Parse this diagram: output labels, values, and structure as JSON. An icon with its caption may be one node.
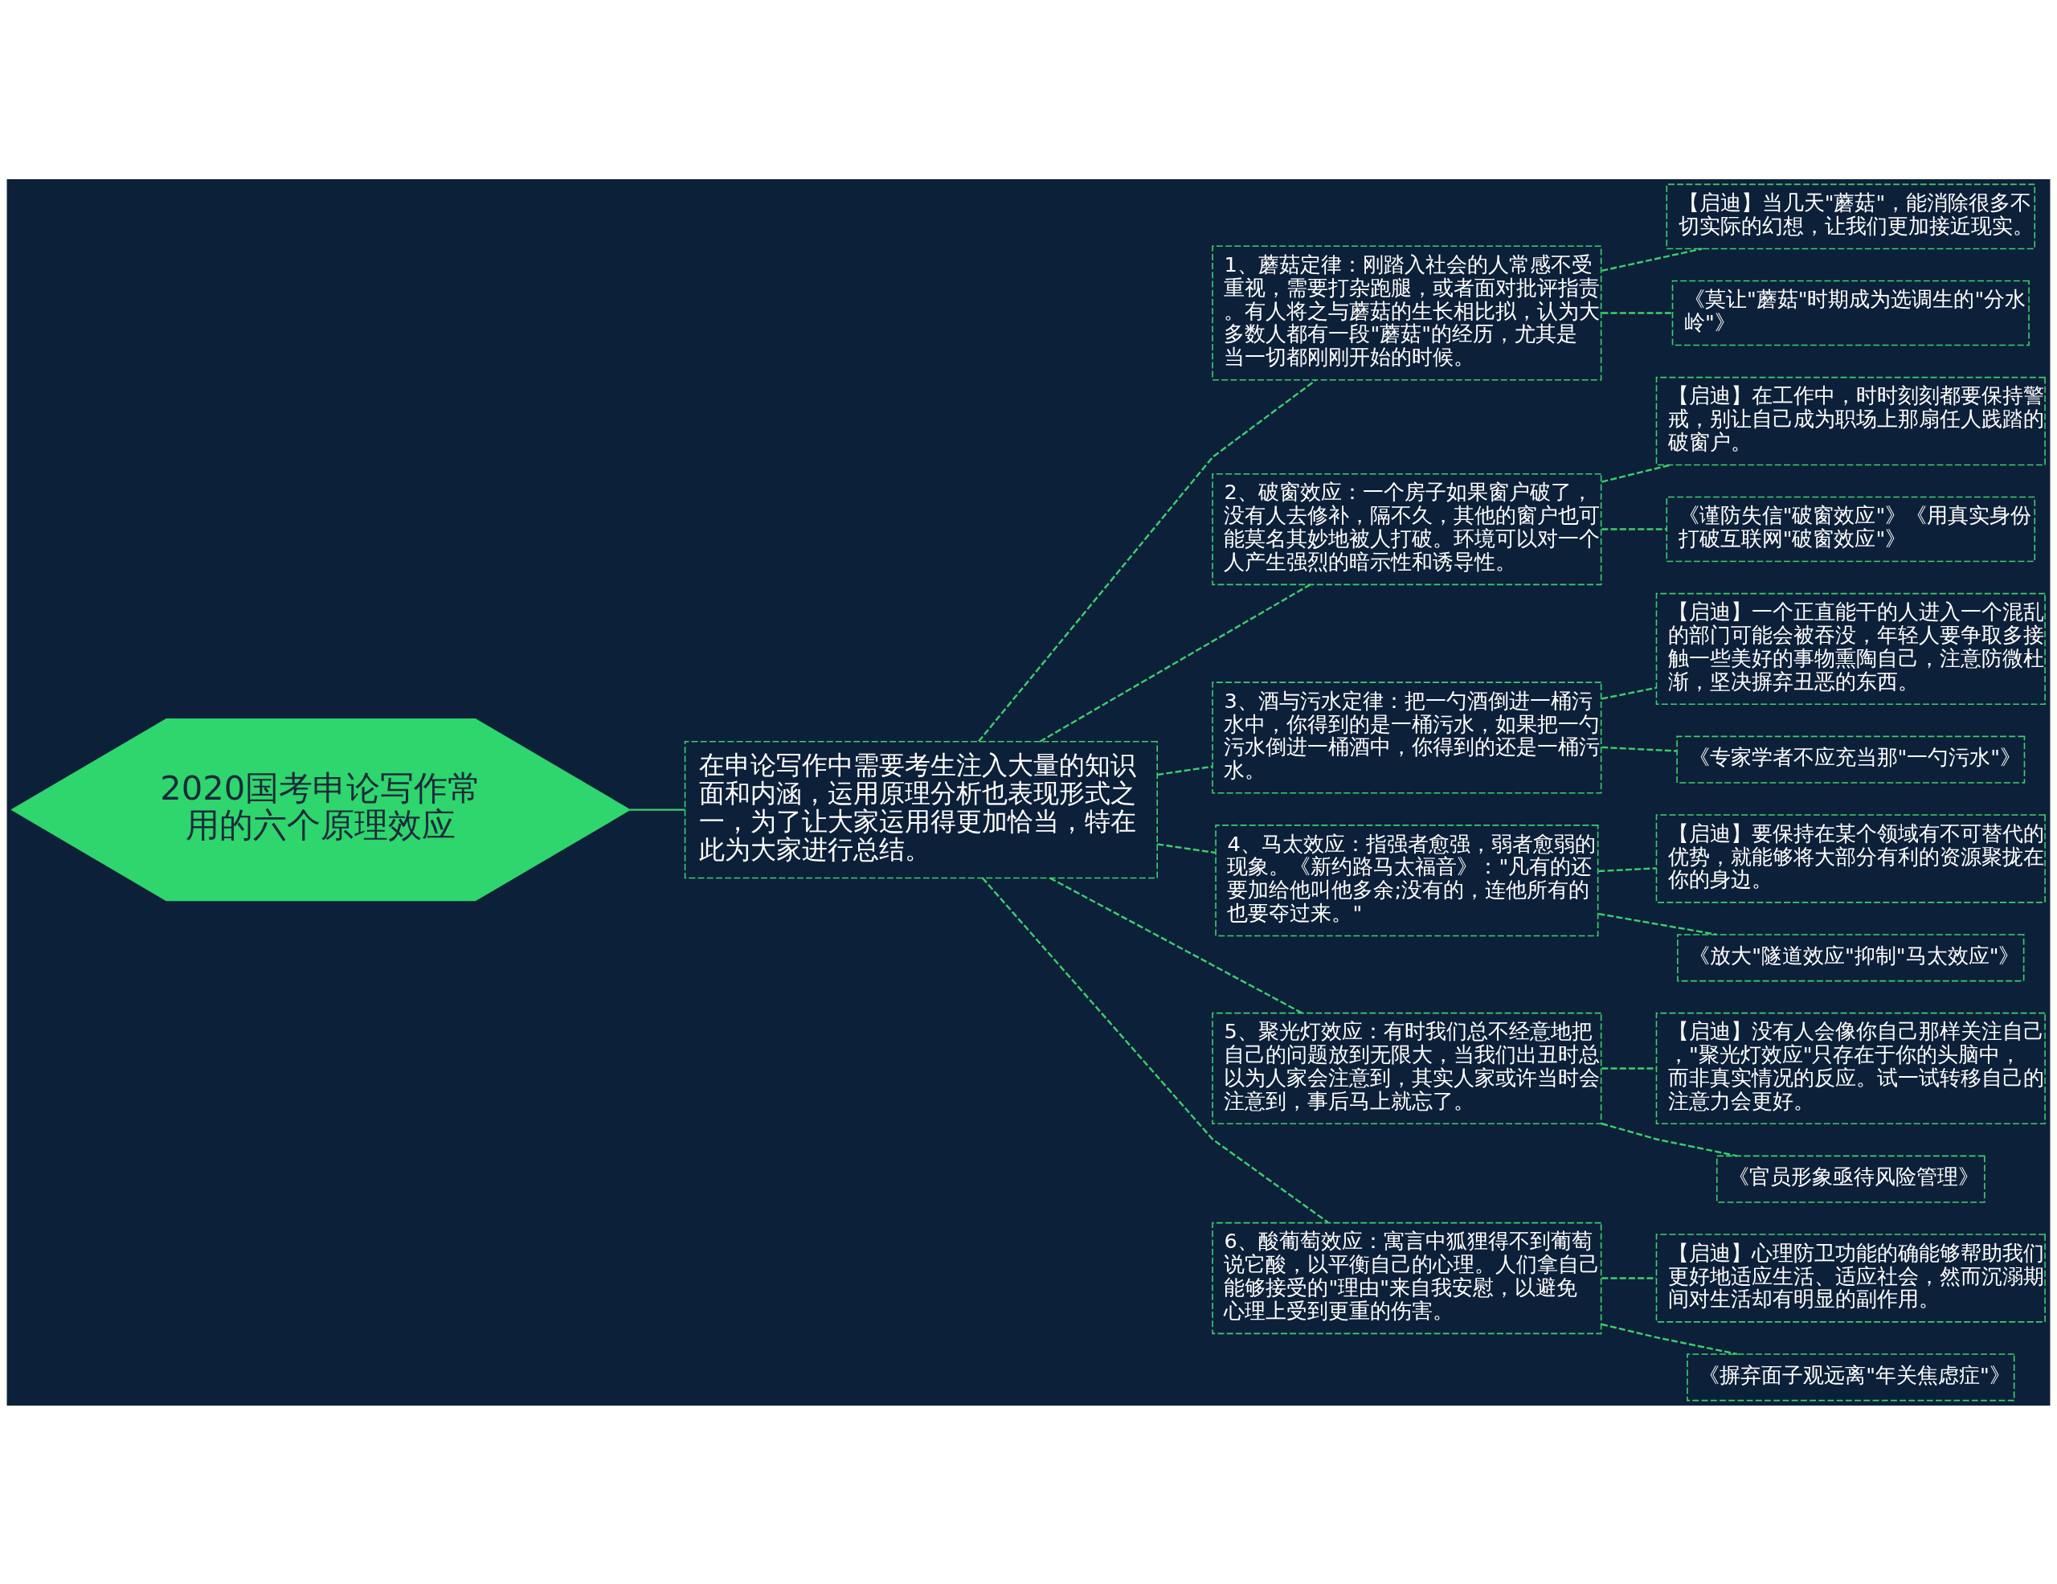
{
  "diagram": {
    "nodes": [
      {
        "text": [
          "2020国考申论写作常用的六个原理效应"
        ]
      },
      {
        "text": [
          "在申论写作中需要考生注入大量的知识面和内涵，运用原理分析也表现形式之一，为了让大家运用得更加恰当，特在此为大家进行总结。"
        ]
      },
      {
        "text": [
          "1、蘑菇定律：刚踏入社会的人常感不受重视，需要打杂跑腿，或者面对批评指责。有人将之与蘑菇的生长相比拟，认为大多数人都有一段\"蘑菇\"的经历，尤其是当一切都刚刚开始的时候。"
        ]
      },
      {
        "text": [
          "【启迪】当几天\"蘑菇\"，能消除很多不切实际的幻想，让我们更加接近现实。"
        ]
      },
      {
        "text": [
          "《莫让\"蘑菇\"时期成为选调生的\"分水岭\"》"
        ]
      },
      {
        "text": [
          "2、破窗效应：一个房子如果窗户破了，没有人去修补，隔不久，其他的窗户也可能莫名其妙地被人打破。环境可以对一个人产生强烈的暗示性和诱导性。"
        ]
      },
      {
        "text": [
          "【启迪】在工作中，时时刻刻都要保持警戒，别让自己成为职场上那扇任人践踏的破窗户。"
        ]
      },
      {
        "text": [
          "《谨防失信\"破窗效应\"》《用真实身份打破互联网\"破窗效应\"》"
        ]
      },
      {
        "text": [
          "3、酒与污水定律：把一勺酒倒进一桶污水中，你得到的是一桶污水，如果把一勺污水倒进一桶酒中，你得到的还是一桶污水。"
        ]
      },
      {
        "text": [
          "【启迪】一个正直能干的人进入一个混乱的部门可能会被吞没，年轻人要争取多接触一些美好的事物熏陶自己，注意防微杜渐，坚决摒弃丑恶的东西。"
        ]
      },
      {
        "text": [
          "《专家学者不应充当那\"一勺污水\"》"
        ]
      },
      {
        "text": [
          "4、马太效应：指强者愈强，弱者愈弱的现象。《新约路马太福音》：\"凡有的还要加给他叫他多余;没有的，连他所有的也要夺过来。\""
        ]
      },
      {
        "text": [
          "【启迪】要保持在某个领域有不可替代的优势，就能够将大部分有利的资源聚拢在你的身边。"
        ]
      },
      {
        "text": [
          "《放大\"隧道效应\"抑制\"马太效应\"》"
        ]
      },
      {
        "text": [
          "5、聚光灯效应：有时我们总不经意地把自己的问题放到无限大，当我们出丑时总以为人家会注意到，其实人家或许当时会注意到，事后马上就忘了。"
        ]
      },
      {
        "text": [
          "【启迪】没有人会像你自己那样关注自己，\"聚光灯效应\"只存在于你的头脑中，而非真实情况的反应。试一试转移自己的注意力会更好。"
        ]
      },
      {
        "text": [
          "《官员形象亟待风险管理》"
        ]
      },
      {
        "text": [
          "6、酸葡萄效应：寓言中狐狸得不到葡萄说它酸，以平衡自己的心理。人们拿自己能够接受的\"理由\"来自我安慰，以避免心理上受到更重的伤害。"
        ]
      },
      {
        "text": [
          "【启迪】心理防卫功能的确能够帮助我们更好地适应生活、适应社会，然而沉溺期间对生活却有明显的副作用。"
        ]
      },
      {
        "text": [
          "《摒弃面子观远离\"年关焦虑症\"》"
        ]
      }
    ],
    "edges": [
      {
        "from": 0,
        "to": 1,
        "arrow": "none"
      },
      {
        "from": 1,
        "to": 2,
        "arrow": "none",
        "style": "dashed"
      },
      {
        "from": 2,
        "to": 3,
        "arrow": "none",
        "style": "dashed"
      },
      {
        "from": 2,
        "to": 4,
        "arrow": "none",
        "style": "dashed"
      },
      {
        "from": 1,
        "to": 5,
        "arrow": "none",
        "style": "dashed"
      },
      {
        "from": 5,
        "to": 6,
        "arrow": "none",
        "style": "dashed"
      },
      {
        "from": 5,
        "to": 7,
        "arrow": "none",
        "style": "dashed"
      },
      {
        "from": 1,
        "to": 8,
        "arrow": "none",
        "style": "dashed"
      },
      {
        "from": 8,
        "to": 9,
        "arrow": "none",
        "style": "dashed"
      },
      {
        "from": 8,
        "to": 10,
        "arrow": "none",
        "style": "dashed"
      },
      {
        "from": 1,
        "to": 11,
        "arrow": "none",
        "style": "dashed"
      },
      {
        "from": 11,
        "to": 12,
        "arrow": "none",
        "style": "dashed"
      },
      {
        "from": 11,
        "to": 13,
        "arrow": "none",
        "style": "dashed"
      },
      {
        "from": 1,
        "to": 14,
        "arrow": "none",
        "style": "dashed"
      },
      {
        "from": 14,
        "to": 15,
        "arrow": "none",
        "style": "dashed"
      },
      {
        "from": 14,
        "to": 16,
        "arrow": "none",
        "style": "dashed"
      },
      {
        "from": 1,
        "to": 17,
        "arrow": "none",
        "style": "dashed"
      },
      {
        "from": 17,
        "to": 18,
        "arrow": "none",
        "style": "dashed"
      },
      {
        "from": 17,
        "to": 19,
        "arrow": "none",
        "style": "dashed"
      }
    ]
  }
}
